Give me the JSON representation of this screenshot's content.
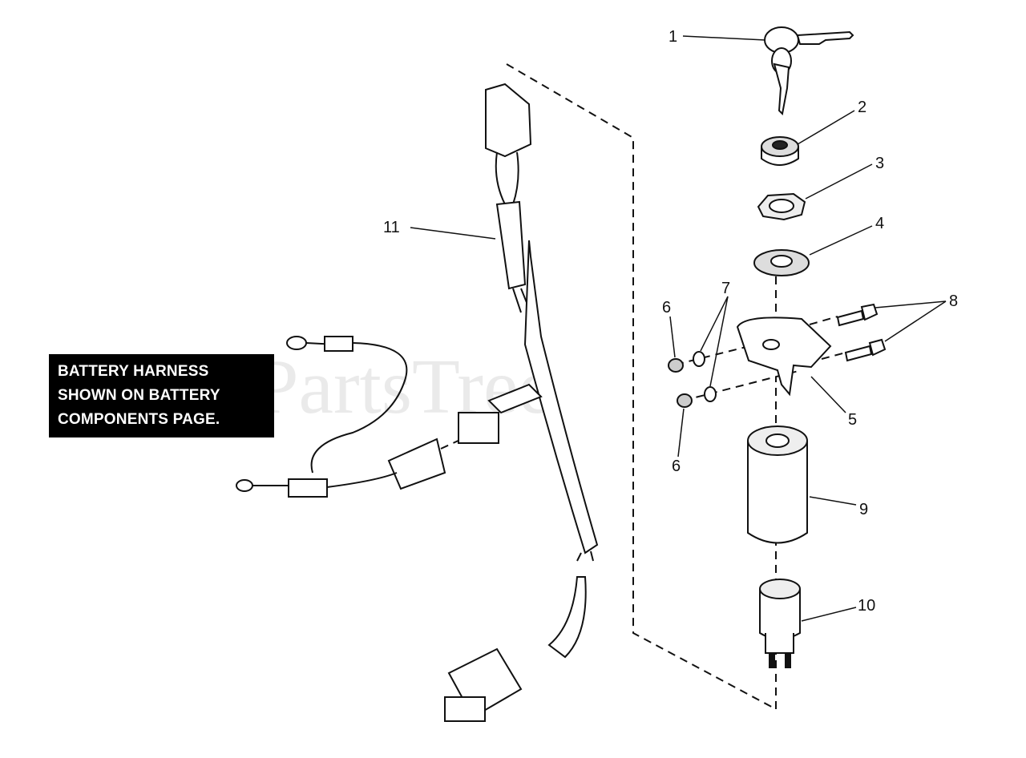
{
  "watermark": "PartsTree",
  "note": {
    "lines": [
      "BATTERY HARNESS",
      "SHOWN ON BATTERY",
      "COMPONENTS PAGE."
    ]
  },
  "callouts": {
    "c1": "1",
    "c2": "2",
    "c3": "3",
    "c4": "4",
    "c5": "5",
    "c6a": "6",
    "c6b": "6",
    "c7": "7",
    "c8": "8",
    "c9": "9",
    "c10": "10",
    "c11": "11"
  }
}
